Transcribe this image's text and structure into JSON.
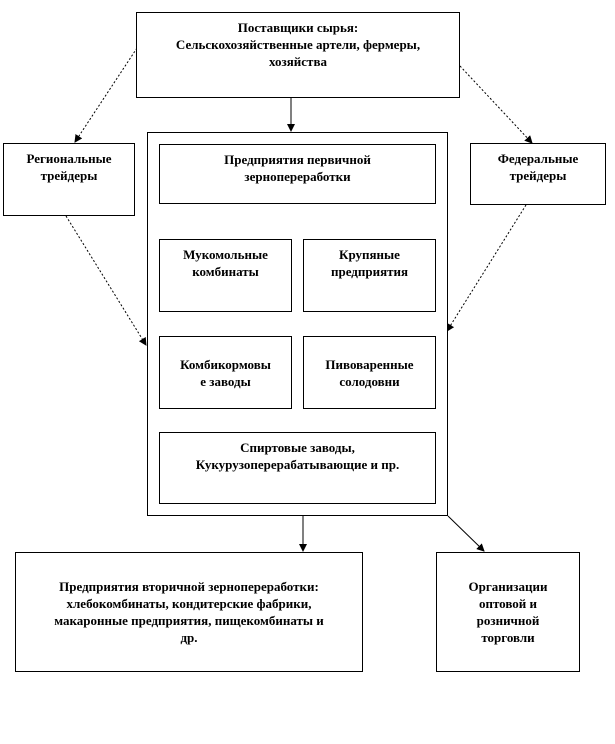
{
  "suppliers": {
    "lines": [
      "Поставщики сырья:",
      "Сельскохозяйственные артели, фермеры,",
      "хозяйства"
    ]
  },
  "regional_traders": {
    "lines": [
      "Региональные",
      "трейдеры"
    ]
  },
  "federal_traders": {
    "lines": [
      "Федеральные",
      "трейдеры"
    ]
  },
  "primary_processing": {
    "title_lines": [
      "Предприятия первичной",
      "зернопереработки"
    ],
    "flour_mills": {
      "lines": [
        "Мукомольные",
        "комбинаты"
      ]
    },
    "cereal_enterprises": {
      "lines": [
        "Крупяные",
        "предприятия"
      ]
    },
    "feed_mills": {
      "lines": [
        "Комбикормовы",
        "е заводы"
      ]
    },
    "malt_houses": {
      "lines": [
        "Пивоваренные",
        "солодовни"
      ]
    },
    "alcohol_plants": {
      "lines": [
        "Спиртовые заводы,",
        "Кукурузоперерабатывающие  и пр."
      ]
    }
  },
  "secondary_processing": {
    "lines": [
      "Предприятия вторичной зернопереработки:",
      "хлебокомбинаты, кондитерские фабрики,",
      "макаронные предприятия, пищекомбинаты и",
      "др."
    ]
  },
  "trade_organizations": {
    "lines": [
      "Организации",
      "оптовой и",
      "розничной",
      "торговли"
    ]
  },
  "colors": {
    "line": "#000000",
    "background": "#ffffff"
  }
}
